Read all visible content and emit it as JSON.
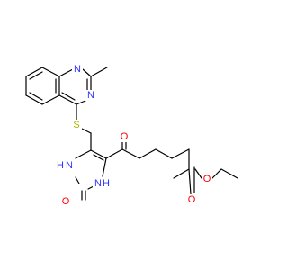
{
  "colors": {
    "carbon_bond": "#000000",
    "nitrogen": "#3333ff",
    "oxygen": "#ff0000",
    "sulfur": "#b2b200",
    "background": "#ffffff"
  },
  "atoms": {
    "quinazoline_n1": {
      "text": "N",
      "color": "nitrogen"
    },
    "quinazoline_n3": {
      "text": "N",
      "color": "nitrogen"
    },
    "thioether_s": {
      "text": "S",
      "color": "sulfur"
    },
    "imidazole_n1": {
      "text": "H",
      "color": "nitrogen"
    },
    "imidazole_n1_n": {
      "text": "N",
      "color": "nitrogen"
    },
    "imidazole_n3": {
      "text": "N",
      "color": "nitrogen"
    },
    "imidazole_n3_h": {
      "text": "H",
      "color": "nitrogen"
    },
    "ketone_o": {
      "text": "O",
      "color": "oxygen"
    },
    "imidazolone_o": {
      "text": "O",
      "color": "oxygen"
    },
    "ester_carbonyl_o": {
      "text": "O",
      "color": "oxygen"
    },
    "ester_ether_o": {
      "text": "O",
      "color": "oxygen"
    }
  }
}
